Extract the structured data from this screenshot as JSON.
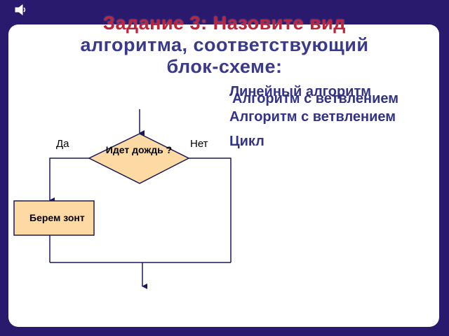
{
  "title": {
    "line1": "Задание 3: Назовите вид",
    "line2": "алгоритма, соответствующий",
    "line3": "блок-схеме:"
  },
  "options": {
    "linear": "Линейный алгоритм",
    "branching_overlay": "Алгоритм с ветвлением",
    "branching": "Алгоритм с ветвлением",
    "cycle": "Цикл"
  },
  "flowchart": {
    "yes_label": "Да",
    "no_label": "Нет",
    "condition": "Идет дождь ?",
    "action": "Берем зонт"
  },
  "colors": {
    "background": "#2a1a6e",
    "slide": "#ffffff",
    "block_fill": "#fdd9a4",
    "title_accent": "#c0243a",
    "text": "#333388"
  }
}
